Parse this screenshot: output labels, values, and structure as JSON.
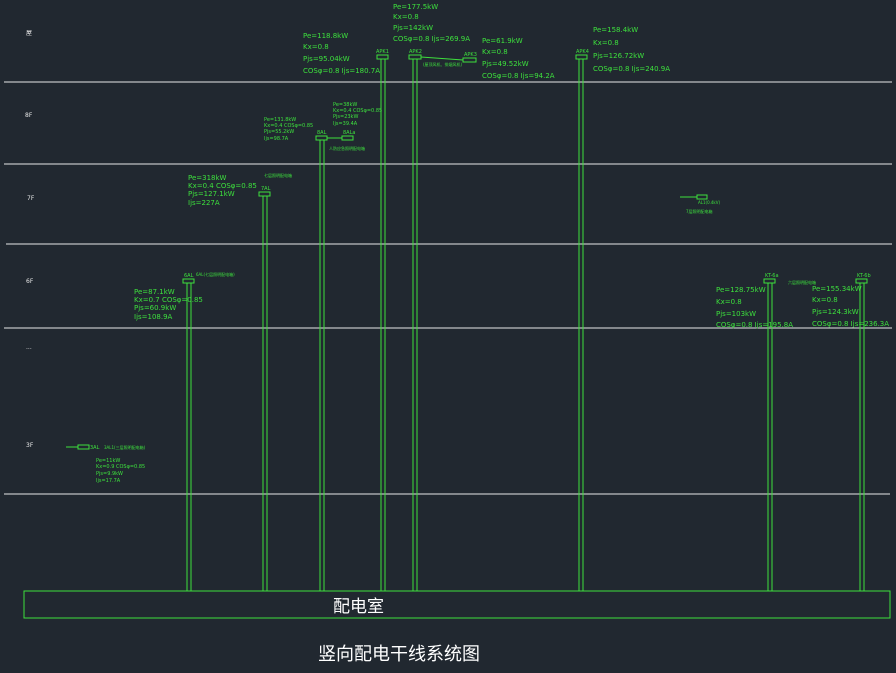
{
  "colors": {
    "background": "#212830",
    "line": "#3de03d",
    "floor_line": "#e8e8e8",
    "title_text": "#ffffff"
  },
  "floors": [
    {
      "label": "屋"
    },
    {
      "label": "8F"
    },
    {
      "label": "7F"
    },
    {
      "label": "6F"
    },
    {
      "label": "..."
    },
    {
      "label": "3F"
    }
  ],
  "room": {
    "label": "配电室"
  },
  "title": "竖向配电干线系统图",
  "feeders": [
    {
      "tag": "APK1"
    },
    {
      "tag": "APK2"
    },
    {
      "tag": "APK3"
    },
    {
      "tag": "APK4"
    },
    {
      "tag": "8AL"
    },
    {
      "tag": "8ALa"
    },
    {
      "tag": "7AL"
    },
    {
      "tag": "6AL"
    },
    {
      "tag": "KT-6a"
    },
    {
      "tag": "KT-6b"
    },
    {
      "tag": "3AL"
    }
  ],
  "loads": [
    {
      "lines": [
        "Pe=177.5kW",
        "Kx=0.8",
        "Pjs=142kW",
        "COSφ=0.8  Ijs=269.9A"
      ]
    },
    {
      "lines": [
        "Pe=118.8kW",
        "Kx=0.8",
        "Pjs=95.04kW",
        "COSφ=0.8  Ijs=180.7A"
      ]
    },
    {
      "lines": [
        "Pe=61.9kW",
        "Kx=0.8",
        "Pjs=49.52kW",
        "COSφ=0.8  Ijs=94.2A"
      ]
    },
    {
      "lines": [
        "Pe=158.4kW",
        "Kx=0.8",
        "Pjs=126.72kW",
        "COSφ=0.8  Ijs=240.9A"
      ]
    },
    {
      "lines": [
        "Pe=131.8kW",
        "Kx=0.4 COSφ=0.85",
        "Pjs=55.2kW",
        "Ijs=98.7A"
      ]
    },
    {
      "lines": [
        "Pe=38kW",
        "Kx=0.4 COSφ=0.85",
        "Pjs=23kW",
        "Ijs=39.4A"
      ]
    },
    {
      "lines": [
        "Pe=318kW",
        "Kx=0.4 COSφ=0.85",
        "Pjs=127.1kW",
        "Ijs=227A"
      ]
    },
    {
      "lines": [
        "Pe=87.1kW",
        "Kx=0.7 COSφ=0.85",
        "Pjs=60.9kW",
        "Ijs=108.9A"
      ]
    },
    {
      "lines": [
        "Pe=128.75kW",
        "Kx=0.8",
        "Pjs=103kW",
        "COSφ=0.8  Ijs=195.8A"
      ]
    },
    {
      "lines": [
        "Pe=155.34kW",
        "Kx=0.8",
        "Pjs=124.3kW",
        "COSφ=0.8  Ijs=236.3A"
      ]
    },
    {
      "lines": [
        "Pe=11kW",
        "Kx=0.9 COSφ=0.85",
        "Pjs=9.9kW",
        "Ijs=17.7A"
      ]
    }
  ],
  "notes": [
    {
      "text": "(屋顶风机、排烟风机)"
    },
    {
      "text": "人防应急照明配电箱"
    },
    {
      "text": "七层照明配电箱"
    },
    {
      "text": "AL1(0.4kV)"
    },
    {
      "text": "7层照明配电箱"
    },
    {
      "text": "6AL(七层照明配电箱)"
    },
    {
      "text": "六层照明配电箱"
    },
    {
      "text": "3AL1(三层照明配电箱)"
    }
  ]
}
